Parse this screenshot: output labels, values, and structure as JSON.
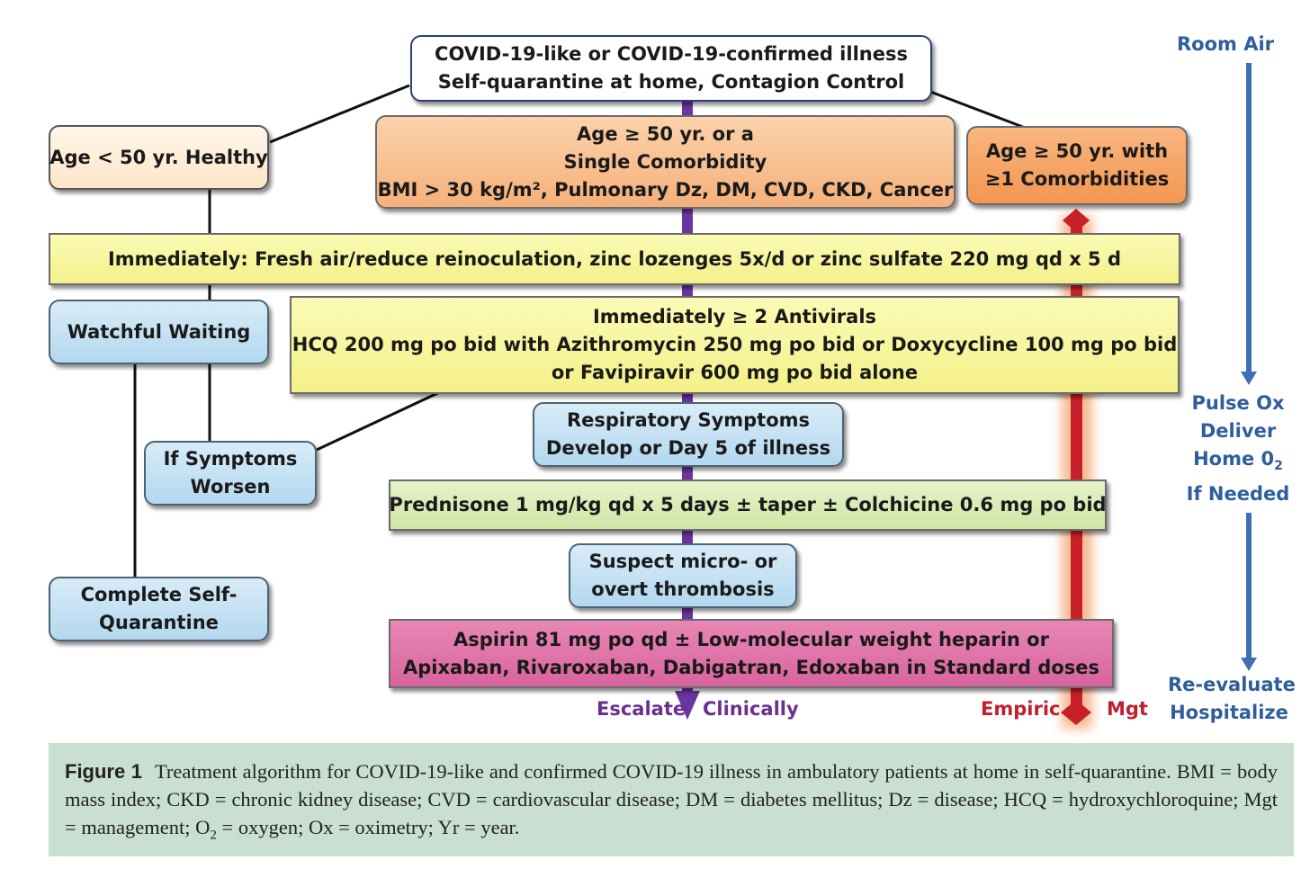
{
  "diagram": {
    "top_box": [
      "COVID-19-like or COVID-19-confirmed illness",
      "Self-quarantine at home, Contagion Control"
    ],
    "age_lt50": "Age < 50 yr. Healthy",
    "age_ge50_single": [
      "Age ≥ 50 yr. or a",
      "Single Comorbidity",
      "BMI > 30 kg/m², Pulmonary Dz, DM, CVD, CKD, Cancer"
    ],
    "age_ge50_multi": [
      "Age ≥ 50 yr. with",
      "≥1 Comorbidities"
    ],
    "immediately_bar": "Immediately:  Fresh air/reduce reinoculation, zinc lozenges 5x/d or zinc sulfate 220 mg qd x 5 d",
    "watchful_waiting": "Watchful Waiting",
    "antivirals": [
      "Immediately ≥ 2 Antivirals",
      "HCQ 200 mg po bid with Azithromycin 250 mg po bid or Doxycycline 100 mg po bid",
      "or Favipiravir 600 mg po bid alone"
    ],
    "respiratory": [
      "Respiratory Symptoms",
      "Develop or Day 5 of illness"
    ],
    "if_worsen": [
      "If Symptoms",
      "Worsen"
    ],
    "prednisone": "Prednisone 1 mg/kg qd x 5 days ± taper ± Colchicine 0.6 mg po bid",
    "thrombosis": [
      "Suspect micro- or",
      "overt thrombosis"
    ],
    "complete_quarantine": [
      "Complete Self-",
      "Quarantine"
    ],
    "anticoag": [
      "Aspirin 81 mg po qd ± Low-molecular weight heparin or",
      "Apixaban, Rivaroxaban, Dabigatran, Edoxaban in Standard doses"
    ],
    "escalate_left": "Escalate",
    "escalate_right": "Clinically",
    "empiric": "Empiric",
    "mgt": "Mgt",
    "room_air": "Room Air",
    "pulse_ox": [
      "Pulse Ox",
      "Deliver",
      "Home 0",
      "2",
      "If Needed"
    ],
    "reevaluate": [
      "Re-evaluate",
      "Hospitalize"
    ]
  },
  "caption": {
    "figure_label": "Figure 1",
    "text_before_sub": "Treatment algorithm for COVID-19-like and confirmed COVID-19 illness in ambulatory patients at home in self-quarantine. BMI = body mass index; CKD = chronic kidney disease; CVD = cardiovascular disease; DM = diabetes mellitus; Dz = disease; HCQ = hydroxychloroquine; Mgt = management; O",
    "subscript": "2",
    "text_after_sub": " = oxygen; Ox = oximetry; Yr = year."
  },
  "colors": {
    "purple_arrow": "#6a35a0",
    "red_arrow": "#c8202a",
    "blue_arrow": "#3e6fb3",
    "caption_bg": "#c9dfd1"
  }
}
